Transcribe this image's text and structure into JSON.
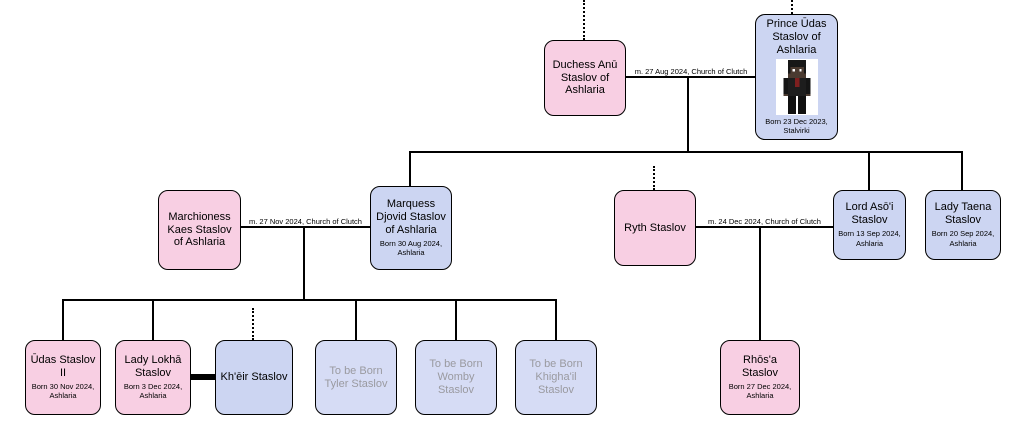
{
  "diagram": {
    "type": "family-tree"
  },
  "people": {
    "duchess_anu": {
      "name": "Duchess Anū Staslov of Ashlaria"
    },
    "prince_udas": {
      "name": "Prince Ūdas Staslov of Ashlaria",
      "birth": "Born 23 Dec 2023, Stalvirki",
      "image": "minecraft-character-portrait"
    },
    "marchioness_kaes": {
      "name": "Marchioness Kaes Staslov of Ashlaria"
    },
    "marquess_djovid": {
      "name": "Marquess Djovid Staslov of Ashlaria",
      "birth": "Born 30 Aug 2024, Ashlaria"
    },
    "ryth": {
      "name": "Ryth Staslov"
    },
    "lord_asoi": {
      "name": "Lord Asō'i Staslov",
      "birth": "Born 13 Sep 2024, Ashlaria"
    },
    "lady_taena": {
      "name": "Lady Taena Staslov",
      "birth": "Born 20 Sep 2024, Ashlaria"
    },
    "udas_ii": {
      "name": "Ūdas Staslov II",
      "birth": "Born 30 Nov 2024, Ashlaria"
    },
    "lady_lokha": {
      "name": "Lady Lokhā Staslov",
      "birth": "Born 3 Dec 2024, Ashlaria"
    },
    "kheir": {
      "name": "Kh'ēir Staslov"
    },
    "tyler": {
      "name": "To be Born Tyler Staslov"
    },
    "womby": {
      "name": "To be Born Womby Staslov"
    },
    "khighail": {
      "name": "To be Born Khigha'il Staslov"
    },
    "rhosa": {
      "name": "Rhōs'a Staslov",
      "birth": "Born 27 Dec 2024, Ashlaria"
    }
  },
  "marriages": {
    "anu_udas": "m. 27 Aug 2024, Church of Clutch",
    "kaes_djovid": "m. 27 Nov 2024, Church of Clutch",
    "ryth_asoi": "m. 24 Dec 2024, Church of Clutch"
  },
  "colors": {
    "female_bg": "#F8CFE3",
    "male_bg": "#CCD5F2",
    "to_be_born_bg": "#D6DCF5",
    "to_be_born_text": "#9A9AA0",
    "line_color": "#000000"
  }
}
